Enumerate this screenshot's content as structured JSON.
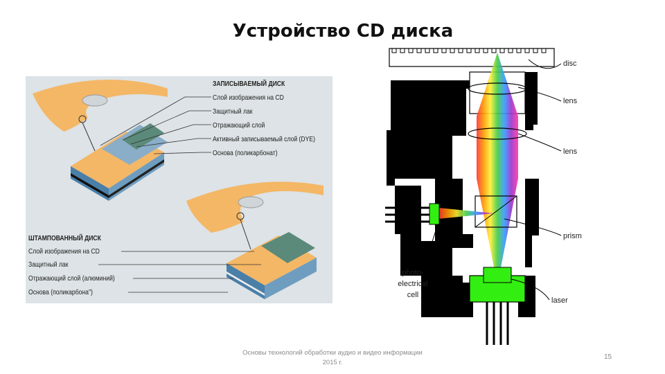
{
  "slide": {
    "title": "Устройство CD диска",
    "footer_line1": "Основы технологий обработки аудио и видео информации",
    "footer_line2": "2015 г.",
    "page_number": "15"
  },
  "recordable_disc": {
    "heading": "ЗАПИСЫВАЕМЫЙ ДИСК",
    "layers": [
      "Слой изображения на CD",
      "Защитный лак",
      "Отражающий слой",
      "Активный записываемый слой (DYE)",
      "Основа (поликарбонат)"
    ]
  },
  "pressed_disc": {
    "heading": "ШТАМПОВАННЫЙ ДИСК",
    "layers": [
      "Слой изображения на CD",
      "Защитный лак",
      "Отражающий слой (алюминий)",
      "Основа (поликарбона\")"
    ]
  },
  "optics": {
    "disc": "disc",
    "lens_top": "lens",
    "lens_bottom": "lens",
    "prism": "prism",
    "photocell_1": "photo-",
    "photocell_2": "electrical",
    "photocell_3": "cell",
    "laser": "laser"
  },
  "colors": {
    "disc_orange": "#f4b766",
    "laser_green": "#33ee11",
    "black": "#000000"
  }
}
